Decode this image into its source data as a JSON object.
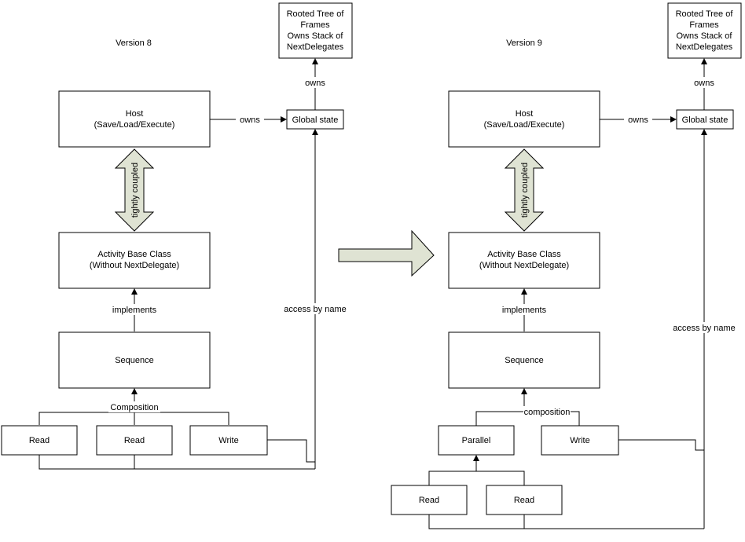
{
  "left": {
    "title": "Version 8",
    "tree_box": [
      "Rooted Tree of",
      "Frames",
      "Owns Stack of",
      "NextDelegates"
    ],
    "owns_vertical": "owns",
    "host": [
      "Host",
      "(Save/Load/Execute)"
    ],
    "owns_horizontal": "owns",
    "global_state": "Global state",
    "coupling": "tightly coupled",
    "activity": [
      "Activity Base Class",
      "(Without NextDelegate)"
    ],
    "implements": "implements",
    "sequence": "Sequence",
    "composition": "Composition",
    "children": [
      "Read",
      "Read",
      "Write"
    ],
    "access": "access by name"
  },
  "right": {
    "title": "Version 9",
    "tree_box": [
      "Rooted Tree of",
      "Frames",
      "Owns Stack of",
      "NextDelegates"
    ],
    "owns_vertical": "owns",
    "host": [
      "Host",
      "(Save/Load/Execute)"
    ],
    "owns_horizontal": "owns",
    "global_state": "Global state",
    "coupling": "tightly coupled",
    "activity": [
      "Activity Base Class",
      "(Without NextDelegate)"
    ],
    "implements": "implements",
    "sequence": "Sequence",
    "composition": "composition",
    "parallel": "Parallel",
    "write": "Write",
    "parallel_children": [
      "Read",
      "Read"
    ],
    "access": "access by name"
  },
  "colors": {
    "fat_arrow_fill": "#dfe3d3",
    "stroke": "#000000"
  }
}
